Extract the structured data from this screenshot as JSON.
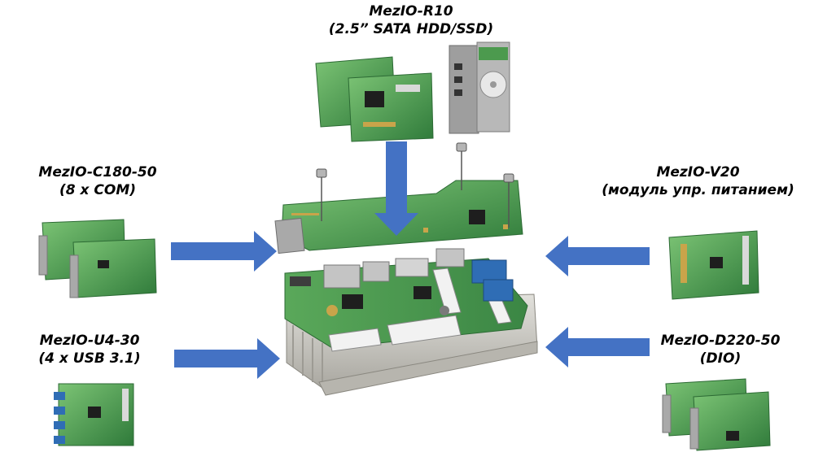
{
  "modules": {
    "r10": {
      "name": "MezIO-R10",
      "desc": "(2.5” SATA HDD/SSD)"
    },
    "c180": {
      "name": "MezIO-C180-50",
      "desc": "(8 x COM)"
    },
    "u4": {
      "name": "MezIO-U4-30",
      "desc": "(4 x USB 3.1)"
    },
    "v20": {
      "name": "MezIO-V20",
      "desc": "(модуль упр. питанием)"
    },
    "d220": {
      "name": "MezIO-D220-50",
      "desc": "(DIO)"
    }
  },
  "colors": {
    "arrow": "#4472c4",
    "pcb_green": "#3f8f48",
    "pcb_light": "#6fb86b",
    "heatsink": "#c8c6c0",
    "connector_metal": "#a9a9a9",
    "connector_blue": "#2f6db5"
  }
}
